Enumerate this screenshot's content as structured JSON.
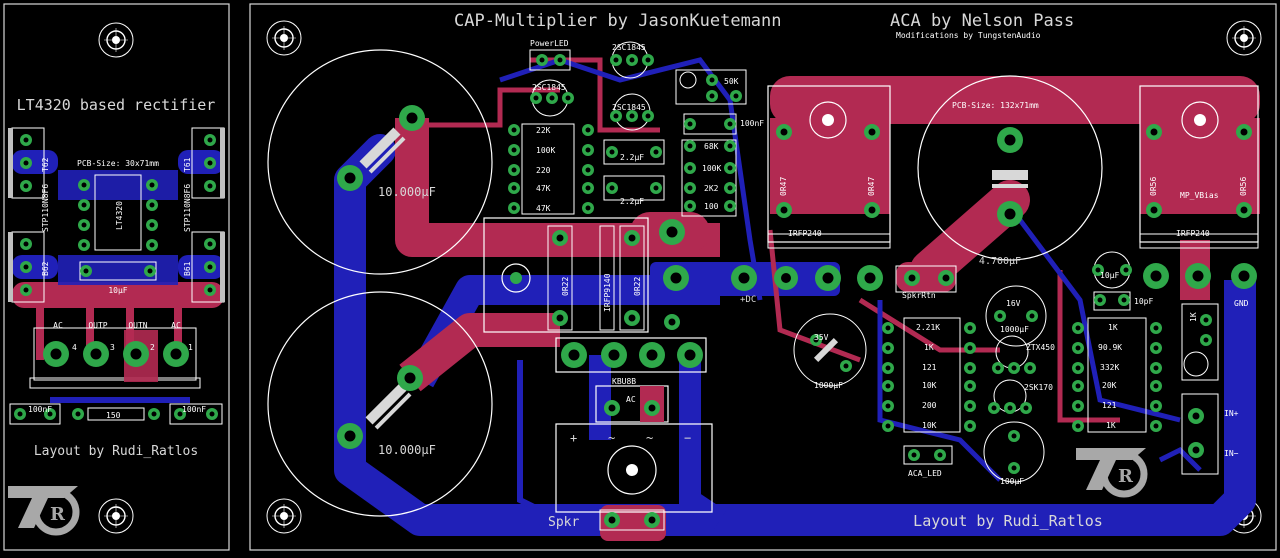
{
  "left_board": {
    "title": "LT4320 based rectifier",
    "pcb_size": "PCB-Size: 30x71mm",
    "ic": "LT4320",
    "mosfets": [
      "STP110N8F6",
      "STP110N8F6"
    ],
    "t_labels": [
      "T62",
      "T61"
    ],
    "b_labels": [
      "B62",
      "B61"
    ],
    "cap": "10µF",
    "terminals": [
      "AC",
      "OUTP",
      "OUTN",
      "AC"
    ],
    "terminal_nums": [
      "4",
      "3",
      "2",
      "1"
    ],
    "bottom_caps": [
      "100nF",
      "100nF"
    ],
    "bottom_res": "150",
    "credit": "Layout by Rudi_Ratlos"
  },
  "main_board": {
    "title_left": "CAP-Multiplier by JasonKuetemann",
    "title_right": "ACA by Nelson Pass",
    "subtitle_right": "Modifications by TungstenAudio",
    "pcb_size": "PCB-Size: 132x71mm",
    "credit": "Layout by Rudi_Ratlos",
    "big_caps": [
      "10.000µF",
      "10.000µF"
    ],
    "main_cap": "4.700µF",
    "power_led": "PowerLED",
    "transistors": [
      "2SC1845",
      "2SC1845",
      "2SC1845"
    ],
    "res_col1": [
      "22K",
      "100K",
      "220",
      "47K",
      "47K"
    ],
    "caps_mid": [
      "2.2µF",
      "2.2µF"
    ],
    "res_col2": [
      "68K",
      "100K",
      "2K2",
      "100"
    ],
    "trim": "50K",
    "small_cap": "100nF",
    "heatsink_res": [
      "0R22",
      "0R22"
    ],
    "irfp9140": "IRFP9140",
    "plus_dc": "+DC",
    "spkr_rtn": "SpkrRtn",
    "spkr": "Spkr",
    "kbu": "KBU8B",
    "ac": "AC",
    "bridge_syms": [
      "+",
      "~",
      "~",
      "−"
    ],
    "irfp240": [
      "IRFP240",
      "IRFP240"
    ],
    "r47": [
      "0R47",
      "0R47"
    ],
    "r56": [
      "0R56",
      "0R56"
    ],
    "mp_vbias": "MP_VBias",
    "cap_1000_a": "1000µF",
    "volt_a": "35V",
    "cap_1000_b": "1000µF",
    "volt_b": "16V",
    "res_col3": [
      "2.21K",
      "1K",
      "121",
      "10K",
      "200",
      "10K"
    ],
    "ztx": "ZTX450",
    "fet": "2SK170",
    "cap_100": "100µF",
    "aca_led": "ACA_LED",
    "cap_10": "10µF",
    "cap_10p": "10pF",
    "res_col4": [
      "1K",
      "90.9K",
      "332K",
      "20K",
      "121",
      "1K"
    ],
    "pot_1k": "1K",
    "gnd": "GND",
    "in_plus": "IN+",
    "in_minus": "IN−"
  },
  "colors": {
    "background": "#000000",
    "top_copper": "#b22a52",
    "bottom_copper": "#2020b8",
    "pad": "#2fa84a",
    "silk": "#d8d8d8",
    "outline": "#ffffff",
    "logo": "#a8a8a8"
  },
  "icons": [
    "mounting-hole-icon",
    "rudi-ratlos-logo-icon"
  ]
}
